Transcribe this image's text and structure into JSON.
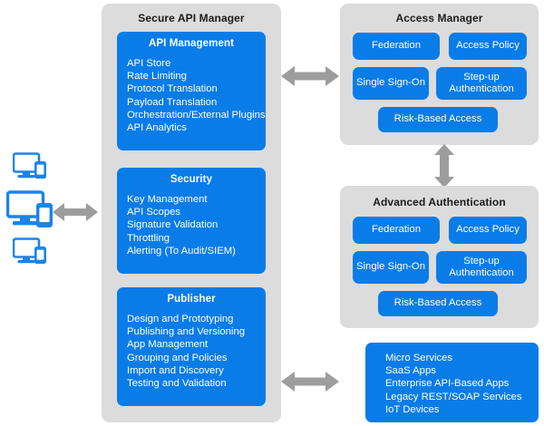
{
  "colors": {
    "panel_bg": "#dcdcdc",
    "box_blue": "#0a7ce8",
    "arrow_gray": "#9d9d9d",
    "device_blue": "#1a84e8",
    "title_text": "#1a1a1a",
    "box_text": "#ffffff"
  },
  "clients": {
    "icon_name": "desktop-and-mobile-devices",
    "count": 3
  },
  "panels": [
    {
      "id": "secure-api-manager",
      "title": "Secure API Manager",
      "boxes": [
        {
          "id": "api-management",
          "title": "API Management",
          "items": [
            "API Store",
            "Rate Limiting",
            "Protocol Translation",
            "Payload Translation",
            "Orchestration/External Plugins",
            "API Analytics"
          ]
        },
        {
          "id": "security",
          "title": "Security",
          "items": [
            "Key Management",
            "API Scopes",
            "Signature Validation",
            "Throttling",
            "Alerting (To Audit/SIEM)"
          ]
        },
        {
          "id": "publisher",
          "title": "Publisher",
          "items": [
            "Design and Prototyping",
            "Publishing and Versioning",
            "App Management",
            "Grouping and Policies",
            "Import and Discovery",
            "Testing and Validation"
          ]
        }
      ]
    },
    {
      "id": "access-manager",
      "title": "Access Manager",
      "pills": [
        "Federation",
        "Access Policy",
        "Single Sign-On",
        "Step-up Authentication",
        "Risk-Based Access"
      ]
    },
    {
      "id": "advanced-authentication",
      "title": "Advanced Authentication",
      "pills": [
        "Federation",
        "Access Policy",
        "Single Sign-On",
        "Step-up Authentication",
        "Risk-Based Access"
      ]
    }
  ],
  "services": {
    "id": "backend-services",
    "items": [
      "Micro Services",
      "SaaS Apps",
      "Enterprise API-Based Apps",
      "Legacy REST/SOAP Services",
      "IoT Devices"
    ]
  },
  "arrows": [
    {
      "id": "clients-to-api-manager",
      "direction": "horizontal-double"
    },
    {
      "id": "api-manager-to-access-manager",
      "direction": "horizontal-double"
    },
    {
      "id": "access-manager-to-advanced-auth",
      "direction": "vertical-double"
    },
    {
      "id": "api-manager-to-services",
      "direction": "horizontal-double"
    }
  ]
}
